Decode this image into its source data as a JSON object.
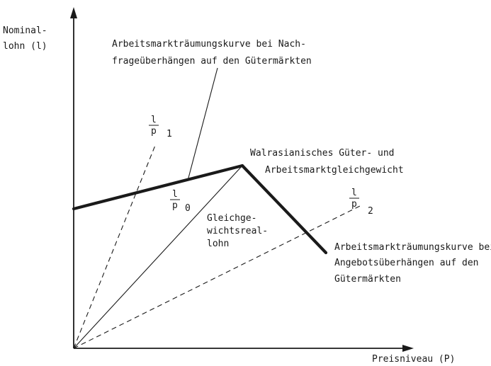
{
  "diagram": {
    "y_axis_label": [
      "Nominal-",
      "lohn (l)"
    ],
    "x_axis_label": "Preisniveau (P)",
    "demand_curve_label": [
      "Arbeitsmarkträumungskurve bei Nach-",
      "frageüberhängen auf den Gütermärkten"
    ],
    "equilibrium_label": [
      "Walrasianisches Güter- und",
      "Arbeitsmarktgleichgewicht"
    ],
    "supply_curve_label": [
      "Arbeitsmarkträumungskurve bei",
      "Angebotsüberhängen auf den",
      "Gütermärkten"
    ],
    "real_wage_label": [
      "Gleichge-",
      "wichtsreal-",
      "lohn"
    ],
    "ray_1": {
      "num": "l",
      "den": "p",
      "sub": "1"
    },
    "ray_0": {
      "num": "l",
      "den": "p",
      "sub": "0"
    },
    "ray_2": {
      "num": "l",
      "den": "p",
      "sub": "2"
    },
    "colors": {
      "ink": "#1a1a1a",
      "background": "#ffffff"
    }
  }
}
